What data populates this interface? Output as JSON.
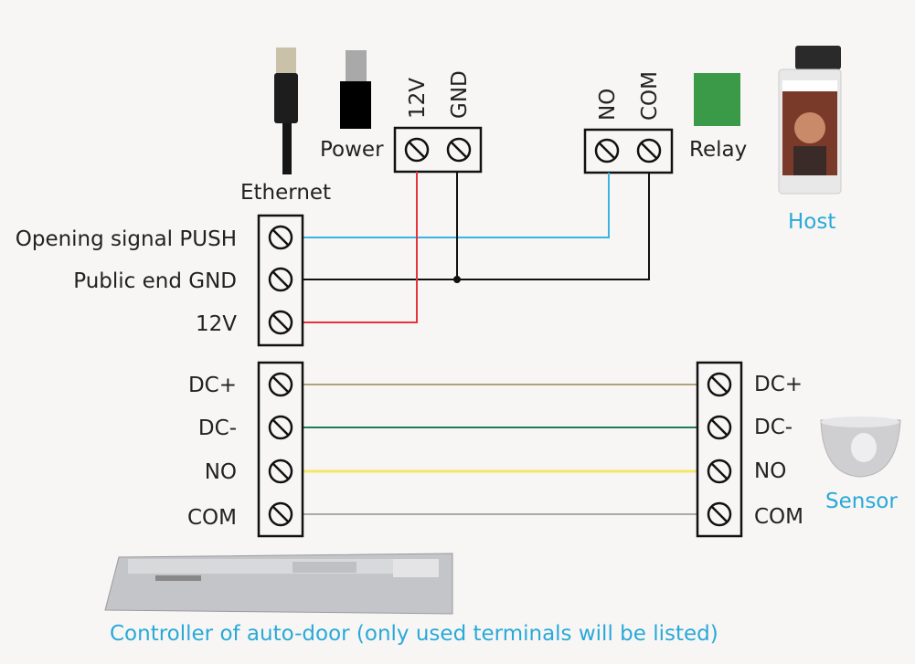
{
  "colors": {
    "caption": "#29a9d8",
    "wire_push": "#3bb4e0",
    "wire_gnd": "#111111",
    "wire_12v": "#e8323c",
    "wire_dc_plus": "#b0a27a",
    "wire_dc_minus": "#1f7a5a",
    "wire_no": "#f5e66a",
    "wire_com": "#aaaaaa",
    "relay": "#3a9a48"
  },
  "power": {
    "label": "Power",
    "terminals": [
      "12V",
      "GND"
    ]
  },
  "ethernet": {
    "label": "Ethernet"
  },
  "relay": {
    "label": "Relay",
    "terminals": [
      "NO",
      "COM"
    ]
  },
  "host": {
    "label": "Host"
  },
  "controller": {
    "upper_terminals": [
      "Opening signal PUSH",
      "Public end GND",
      "12V"
    ],
    "lower_terminals": [
      "DC+",
      "DC-",
      "NO",
      "COM"
    ],
    "caption": "Controller of auto-door (only used terminals will be listed)"
  },
  "sensor": {
    "label": "Sensor",
    "terminals": [
      "DC+",
      "DC-",
      "NO",
      "COM"
    ]
  }
}
